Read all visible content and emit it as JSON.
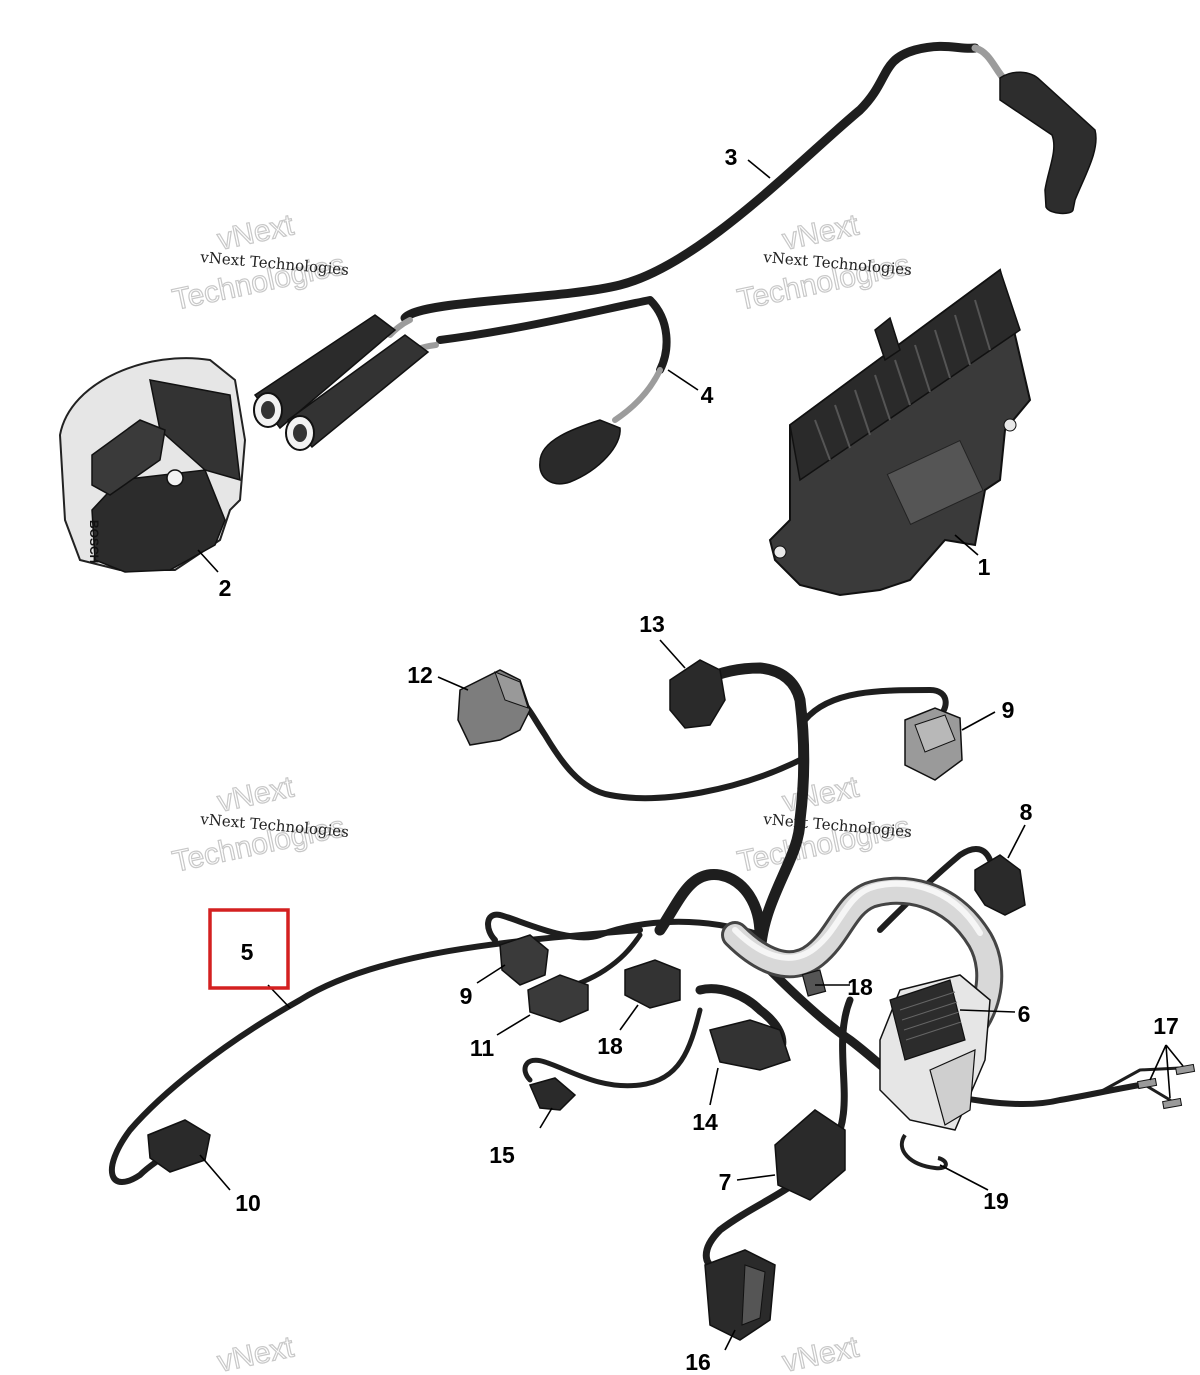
{
  "watermark": {
    "line1": "vNext Technologies",
    "line2a": "vNext",
    "line2b": "Technologies"
  },
  "highlight": {
    "color": "#d42020",
    "part": "5"
  },
  "callouts": {
    "c1": "1",
    "c2": "2",
    "c3": "3",
    "c4": "4",
    "c5": "5",
    "c6": "6",
    "c7": "7",
    "c8": "8",
    "c9a": "9",
    "c9b": "9",
    "c10": "10",
    "c11": "11",
    "c12": "12",
    "c13": "13",
    "c14": "14",
    "c15": "15",
    "c16": "16",
    "c17": "17",
    "c18a": "18",
    "c18b": "18",
    "c19": "19"
  },
  "labels": {
    "bosch": "BOSCH"
  }
}
